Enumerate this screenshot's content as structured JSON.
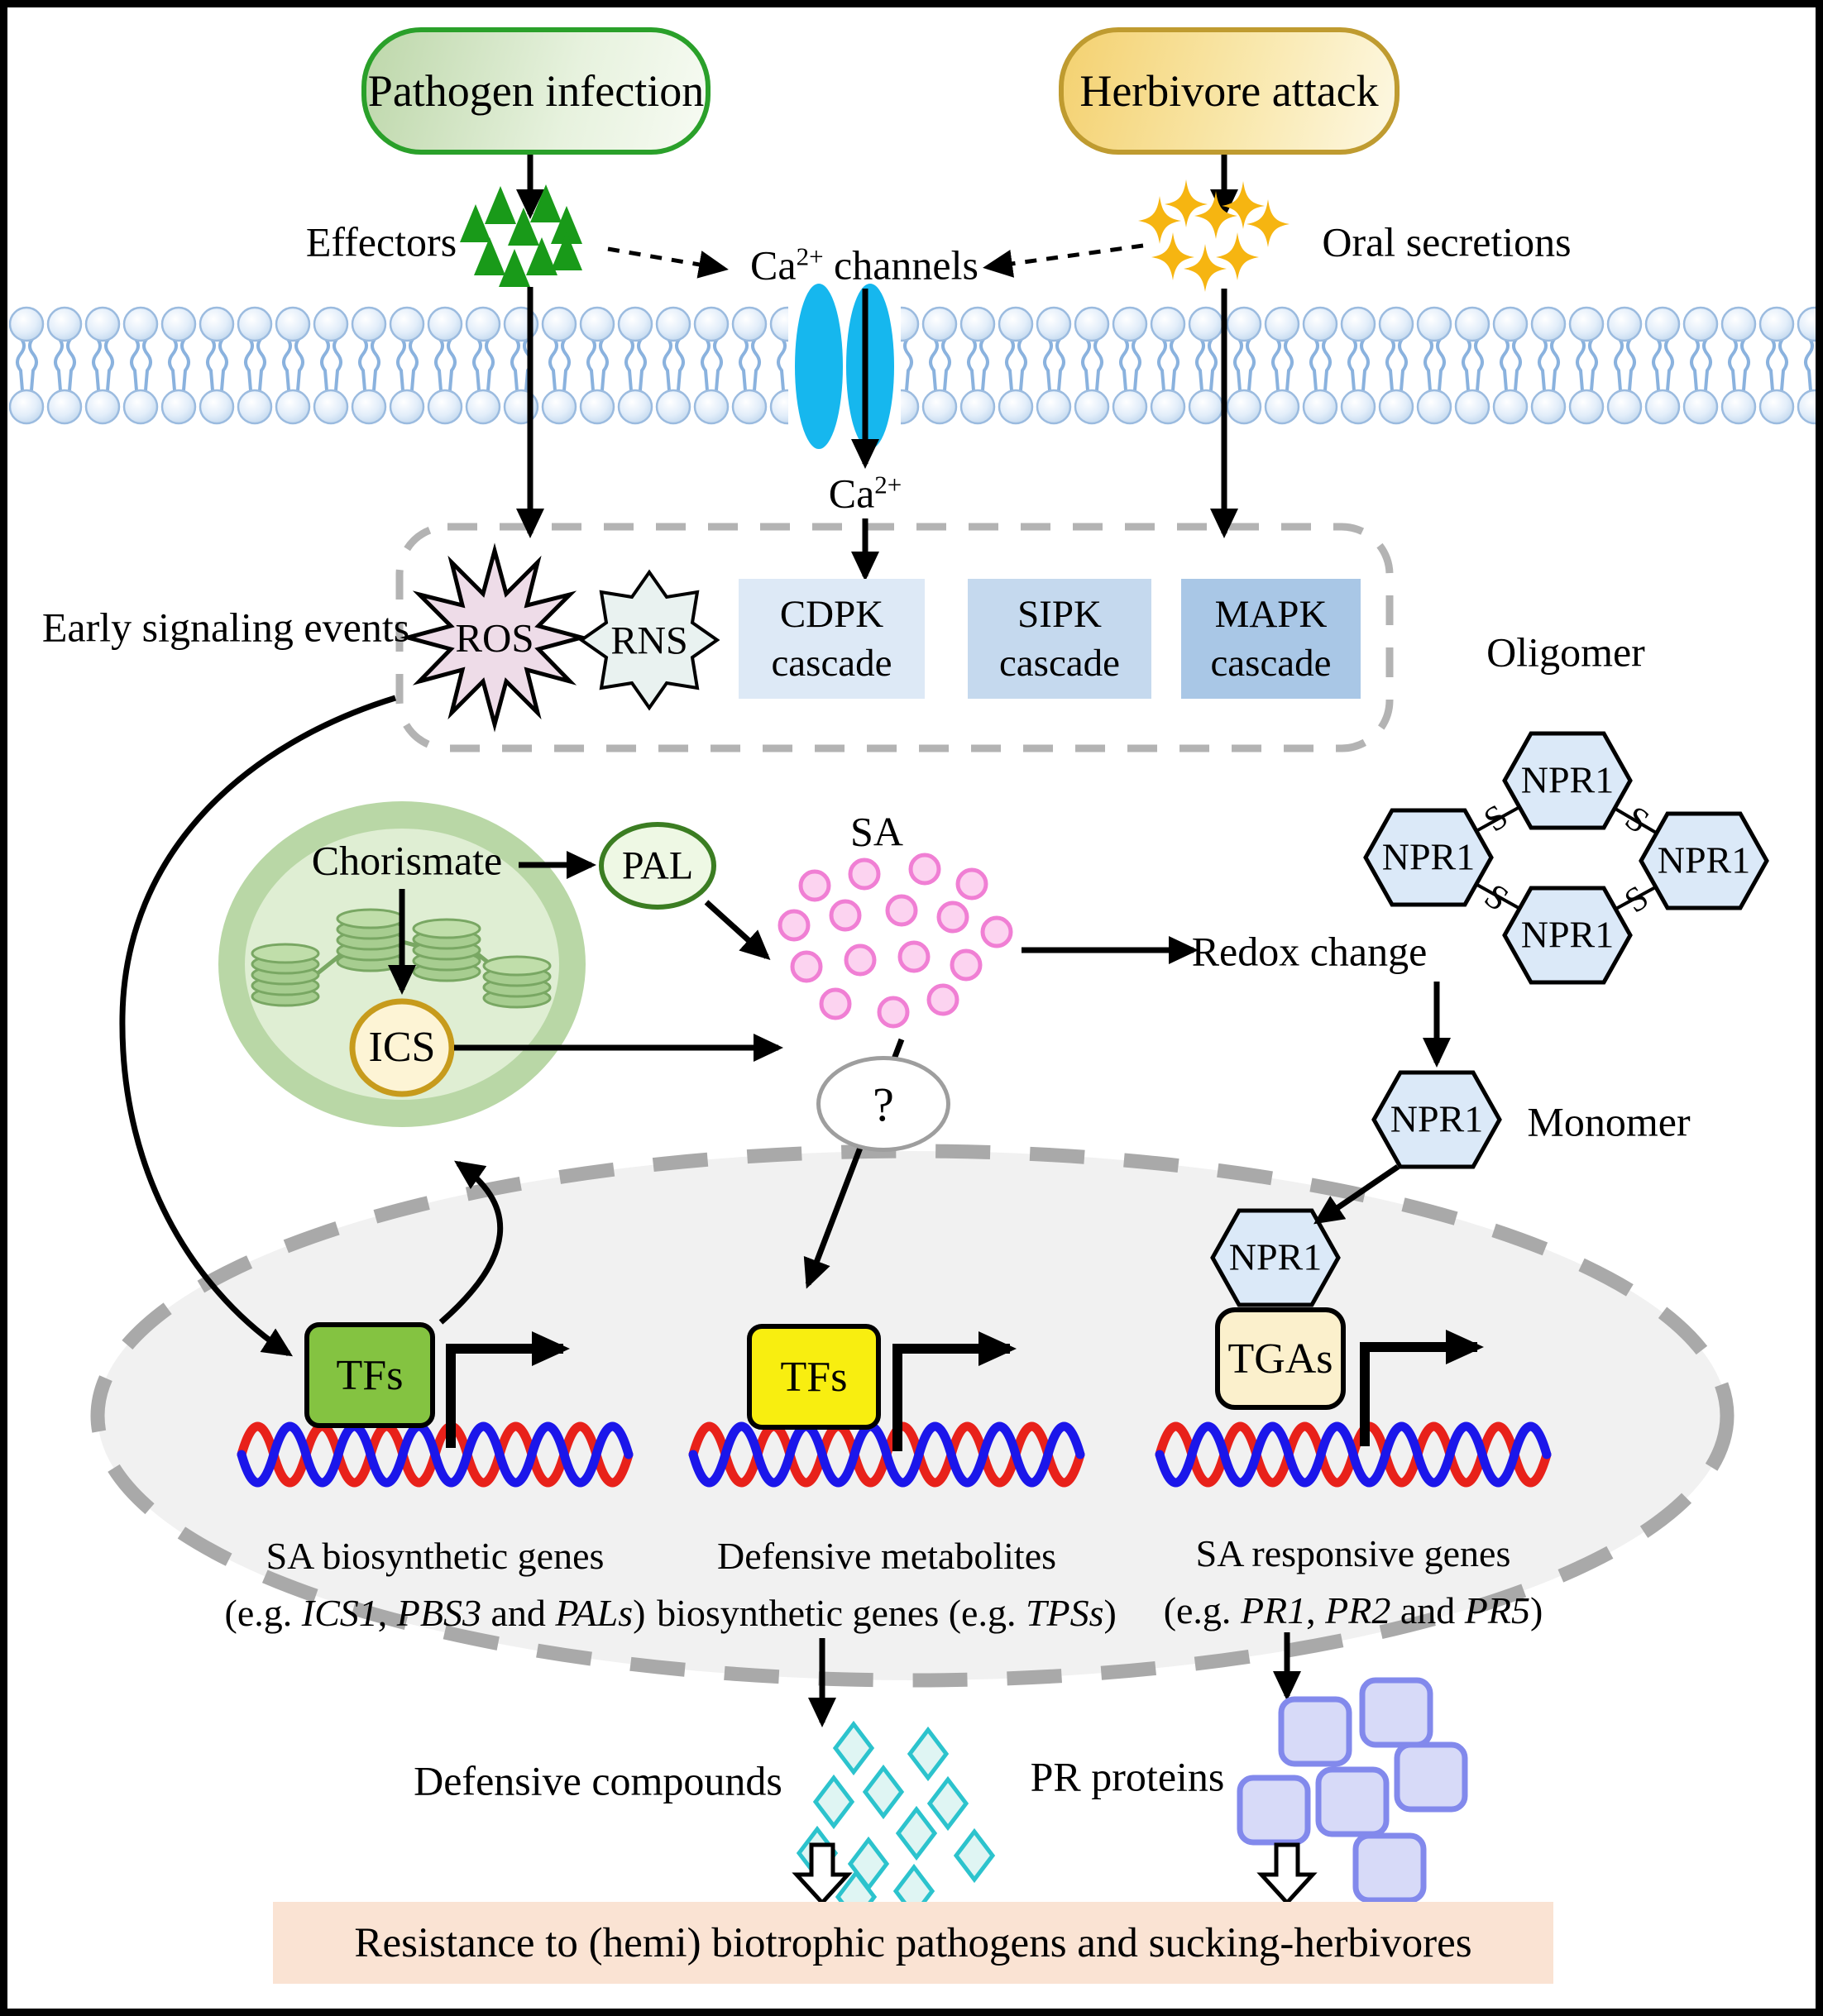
{
  "colors": {
    "pathogen_green": "#2aa02a",
    "herbivore_gold": "#bf9b30",
    "channel_blue": "#16b7ee",
    "membrane_blue": "#bcd4ec",
    "sa_pink": "#f07fd4",
    "dna_red": "#e8211a",
    "dna_blue": "#1b16ea",
    "tfs_green": "#84c341",
    "tfs_yellow": "#f8ee10",
    "tgas_tan": "#fbf0cc",
    "npr1_blue": "#dbe9f8",
    "diamond_cyan": "#2cc3cd",
    "pr_purple": "#8289ec",
    "banner_peach": "#fae3d3"
  },
  "top": {
    "pathogen_label": "Pathogen infection",
    "herbivore_label": "Herbivore attack",
    "effectors_label": "Effectors",
    "oral_secretions_label": "Oral secretions",
    "ca_channels": {
      "base": "Ca",
      "sup": "2+",
      "rest": " channels"
    },
    "ca_ion": {
      "base": "Ca",
      "sup": "2+"
    }
  },
  "signaling": {
    "label": "Early signaling events",
    "ros": "ROS",
    "rns": "RNS",
    "cascades": [
      {
        "line1": "CDPK",
        "line2": "cascade"
      },
      {
        "line1": "SIPK",
        "line2": "cascade"
      },
      {
        "line1": "MAPK",
        "line2": "cascade"
      }
    ]
  },
  "oligomer": {
    "label": "Oligomer",
    "unit": "NPR1",
    "bond": "S"
  },
  "monomer": {
    "label": "Monomer",
    "unit": "NPR1"
  },
  "redox_label": "Redox change",
  "chloroplast": {
    "chorismate": "Chorismate",
    "pal": "PAL",
    "ics": "ICS"
  },
  "sa_label": "SA",
  "unknown_label": "?",
  "nucleus": {
    "tfs_green": "TFs",
    "tfs_yellow": "TFs",
    "tgas": "TGAs",
    "npr1": "NPR1",
    "genes": [
      {
        "line1": "SA biosynthetic genes",
        "line2": [
          {
            "t": "(e.g. "
          },
          {
            "t": "ICS1"
          },
          {
            "t": ", "
          },
          {
            "t": "PBS3"
          },
          {
            "t": " and "
          },
          {
            "t": "PALs"
          },
          {
            "t": ")"
          }
        ]
      },
      {
        "line1": "Defensive metabolites",
        "line2": [
          {
            "t": "biosynthetic genes (e.g. "
          },
          {
            "t": "TPSs"
          },
          {
            "t": ")"
          }
        ]
      },
      {
        "line1": "SA responsive genes",
        "line2": [
          {
            "t": "(e.g. "
          },
          {
            "t": "PR1"
          },
          {
            "t": ", "
          },
          {
            "t": "PR2"
          },
          {
            "t": " and "
          },
          {
            "t": "PR5"
          },
          {
            "t": ")"
          }
        ]
      }
    ]
  },
  "outputs": {
    "defensive_label": "Defensive compounds",
    "pr_label": "PR proteins",
    "banner": "Resistance to (hemi) biotrophic pathogens and sucking-herbivores"
  }
}
